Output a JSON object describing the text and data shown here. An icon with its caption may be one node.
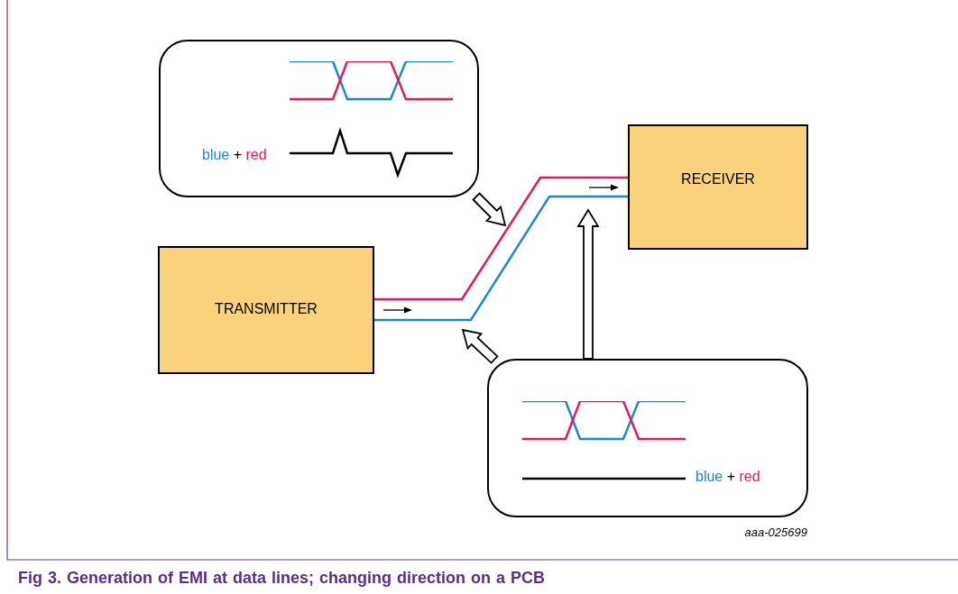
{
  "diagram": {
    "caption": "Fig 3. Generation of EMI at data lines; changing direction on a PCB",
    "nodes": [
      {
        "text": [
          "blue + red"
        ]
      },
      {
        "text": [
          "TRANSMITTER"
        ]
      },
      {
        "text": [
          "RECEIVER"
        ]
      },
      {
        "text": [
          "blue + red"
        ]
      }
    ],
    "edges": [
      {
        "from": 1,
        "to": 2,
        "arrow": "none",
        "color": "#e8175d"
      },
      {
        "from": 1,
        "to": 2,
        "arrow": "none",
        "color": "#1a8ad0"
      },
      {
        "from": 0,
        "to": null,
        "arrow": "to",
        "style": "thick"
      },
      {
        "from": 3,
        "to": null,
        "arrow": "to",
        "style": "thick"
      },
      {
        "from": 3,
        "to": null,
        "arrow": "to",
        "style": "thick"
      }
    ],
    "labels": [
      "aaa-025699"
    ]
  }
}
